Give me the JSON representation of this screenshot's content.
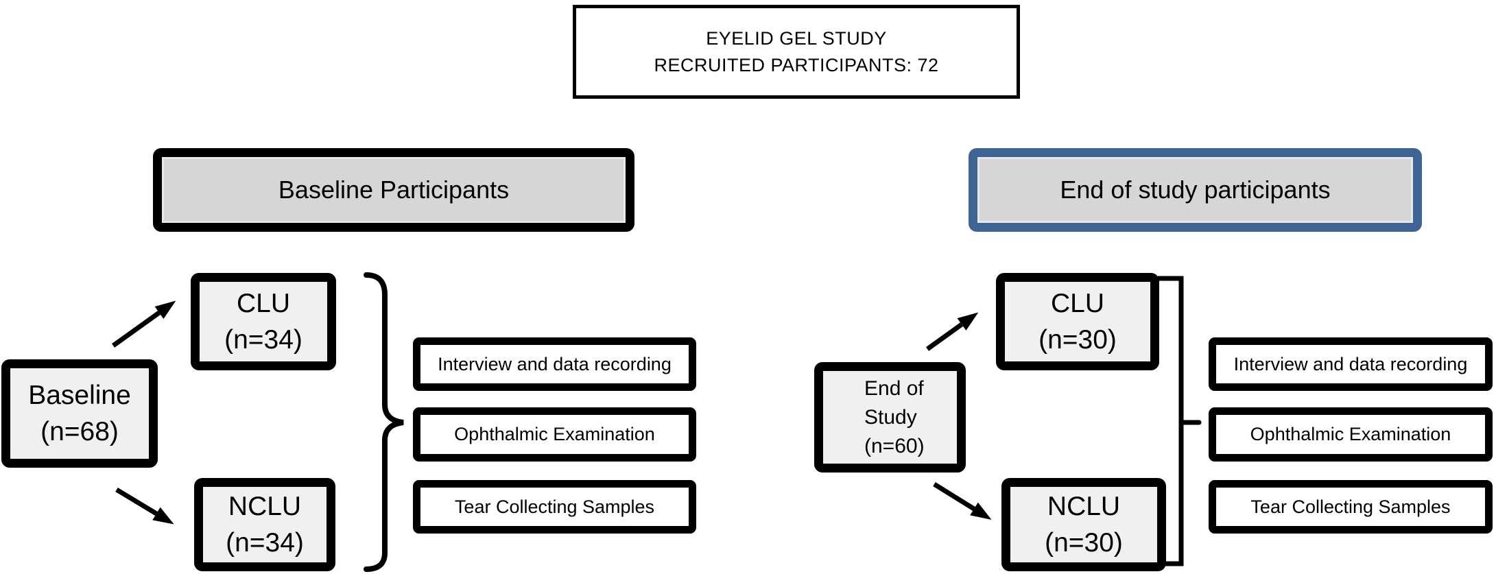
{
  "title": {
    "line1": "EYELID GEL STUDY",
    "line2": "RECRUITED PARTICIPANTS: 72"
  },
  "left": {
    "header": "Baseline Participants",
    "root": {
      "line1": "Baseline",
      "line2": "(n=68)"
    },
    "clu": {
      "line1": "CLU",
      "line2": "(n=34)"
    },
    "nclu": {
      "line1": "NCLU",
      "line2": "(n=34)"
    },
    "procedures": [
      "Interview and data recording",
      "Ophthalmic Examination",
      "Tear Collecting Samples"
    ]
  },
  "right": {
    "header": "End of study participants",
    "root": {
      "line1": "End of",
      "line2": "Study",
      "line3": "(n=60)"
    },
    "clu": {
      "line1": "CLU",
      "line2": "(n=30)"
    },
    "nclu": {
      "line1": "NCLU",
      "line2": "(n=30)"
    },
    "procedures": [
      "Interview and data recording",
      "Ophthalmic Examination",
      "Tear Collecting Samples"
    ]
  },
  "colors": {
    "accent_blue_border": "#3d6494",
    "header_fill": "#d6d6d6",
    "node_fill": "#f0f0f0",
    "line_black": "#000000"
  }
}
